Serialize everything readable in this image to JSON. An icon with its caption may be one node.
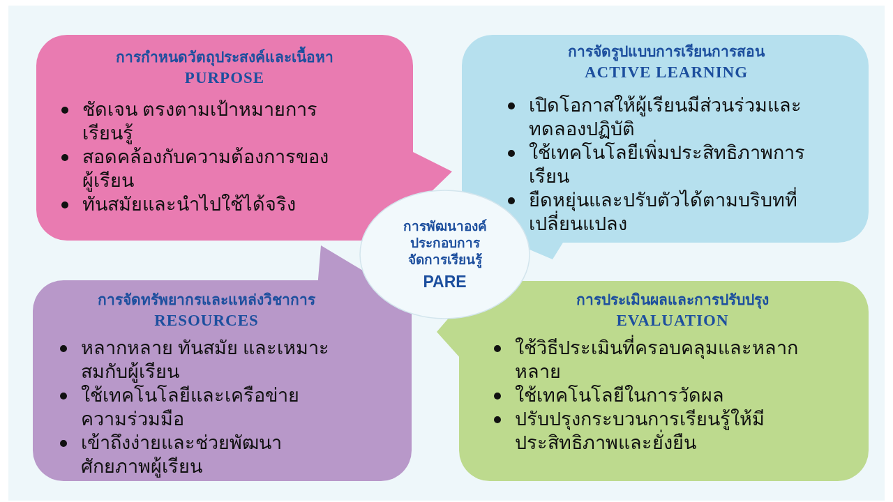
{
  "diagram": {
    "nodes": [
      {
        "text": [
          "การกำหนดวัตถุประสงค์และเนื้อหา",
          "PURPOSE",
          "ชัดเจน ตรงตามเป้าหมายการเรียนรู้",
          "สอดคล้องกับความต้องการของผู้เรียน",
          "ทันสมัยและนำไปใช้ได้จริง"
        ]
      },
      {
        "text": [
          "การจัดรูปแบบการเรียนการสอน",
          "ACTIVE LEARNING",
          "เปิดโอกาสให้ผู้เรียนมีส่วนร่วมและทดลองปฏิบัติ",
          "ใช้เทคโนโลยีเพิ่มประสิทธิภาพการเรียน",
          "ยืดหยุ่นและปรับตัวได้ตามบริบทที่เปลี่ยนแปลง"
        ]
      },
      {
        "text": [
          "การพัฒนาองค์ประกอบการจัดการเรียนรู้",
          "PARE"
        ]
      },
      {
        "text": [
          "การจัดทรัพยากรและแหล่งวิชาการ",
          "RESOURCES",
          "หลากหลาย ทันสมัย และเหมาะสมกับผู้เรียน",
          "ใช้เทคโนโลยีและเครือข่ายความร่วมมือ",
          "เข้าถึงง่ายและช่วยพัฒนาศักยภาพผู้เรียน"
        ]
      },
      {
        "text": [
          "การประเมินผลและการปรับปรุง",
          "EVALUATION",
          "ใช้วิธีประเมินที่ครอบคลุมและหลากหลาย",
          "ใช้เทคโนโลยีในการวัดผล",
          "ปรับปรุงกระบวนการเรียนรู้ให้มีประสิทธิภาพและยั่งยืน"
        ]
      }
    ]
  }
}
